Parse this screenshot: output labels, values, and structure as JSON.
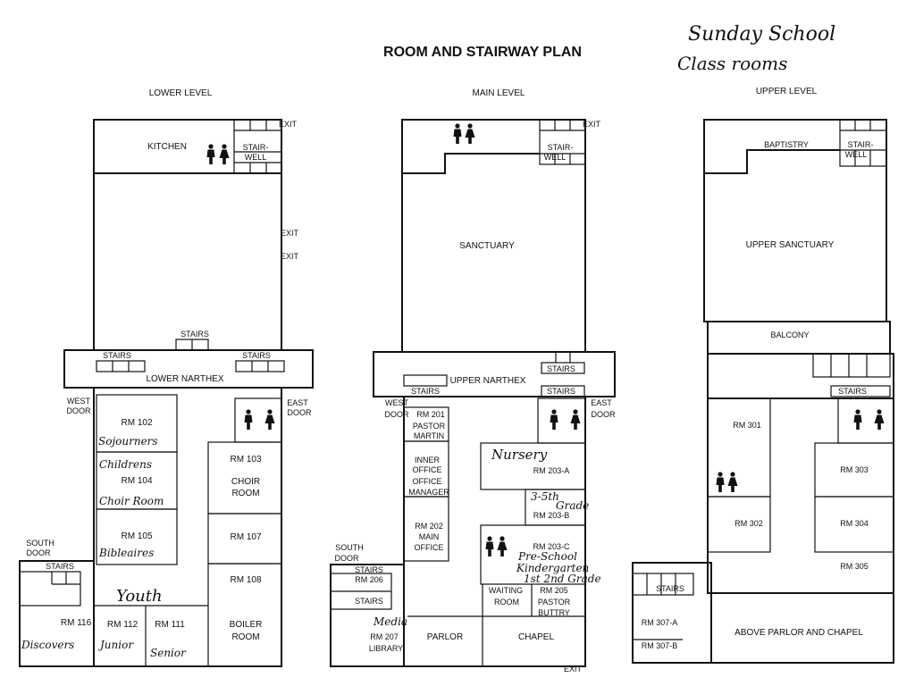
{
  "title": "ROOM AND STAIRWAY PLAN",
  "handwritten": {
    "line1": "Sunday School",
    "line2": "Class rooms"
  },
  "levels": {
    "lower": "LOWER LEVEL",
    "main": "MAIN LEVEL",
    "upper": "UPPER LEVEL"
  },
  "common": {
    "exit": "EXIT",
    "stairs": "STAIRS",
    "stair": "STAIR-",
    "well": "WELL"
  },
  "lower": {
    "kitchen": "KITCHEN",
    "lower_narthex": "LOWER NARTHEX",
    "west_door_1": "WEST",
    "west_door_2": "DOOR",
    "east_door_1": "EAST",
    "east_door_2": "DOOR",
    "south_door_1": "SOUTH",
    "south_door_2": "DOOR",
    "rm102": "RM 102",
    "rm102_note": "Sojourners",
    "rm104_note_top": "Childrens",
    "rm104": "RM 104",
    "rm104_note_bottom": "Choir Room",
    "rm103": "RM 103",
    "choir_1": "CHOIR",
    "choir_2": "ROOM",
    "rm105": "RM 105",
    "rm105_note": "Bibleaires",
    "rm107": "RM 107",
    "rm108": "RM 108",
    "youth_note": "Youth",
    "rm116": "RM 116",
    "rm116_note": "Discovers",
    "rm112": "RM 112",
    "rm112_note": "Junior",
    "rm111": "RM 111",
    "rm111_note": "Senior",
    "boiler_1": "BOILER",
    "boiler_2": "ROOM"
  },
  "main": {
    "sanctuary": "SANCTUARY",
    "upper_narthex": "UPPER NARTHEX",
    "west_door_1": "WEST",
    "west_door_2": "DOOR",
    "rm201": "RM 201",
    "pastor_1": "PASTOR",
    "pastor_2": "MARTIN",
    "east_door_1": "EAST",
    "east_door_2": "DOOR",
    "inner_1": "INNER",
    "inner_2": "OFFICE",
    "office_1": "OFFICE",
    "office_2": "MANAGER",
    "nursery_note": "Nursery",
    "rm203a": "RM 203-A",
    "rm203b_note_1": "3-5th",
    "rm203b_note_2": "Grade",
    "rm203b": "RM 203-B",
    "rm202": "RM 202",
    "main_office_1": "MAIN",
    "main_office_2": "OFFICE",
    "rm203c": "RM 203-C",
    "rm203c_note_1": "Pre-School",
    "rm203c_note_2": "Kindergarten",
    "rm203c_note_3": "1st 2nd Grade",
    "south_door_1": "SOUTH",
    "south_door_2": "DOOR",
    "rm206": "RM 206",
    "waiting_1": "WAITING",
    "waiting_2": "ROOM",
    "rm205": "RM 205",
    "pastor_b_1": "PASTOR",
    "pastor_b_2": "BUTTRY",
    "rm207": "RM 207",
    "rm207_note": "Media",
    "library": "LIBRARY",
    "parlor": "PARLOR",
    "chapel": "CHAPEL"
  },
  "upper": {
    "baptistry": "BAPTISTRY",
    "upper_sanctuary": "UPPER SANCTUARY",
    "balcony": "BALCONY",
    "rm301": "RM 301",
    "rm303": "RM 303",
    "rm302": "RM 302",
    "rm304": "RM 304",
    "rm305": "RM 305",
    "rm307a": "RM 307-A",
    "rm307b": "RM 307-B",
    "above_parlor": "ABOVE PARLOR AND CHAPEL"
  }
}
